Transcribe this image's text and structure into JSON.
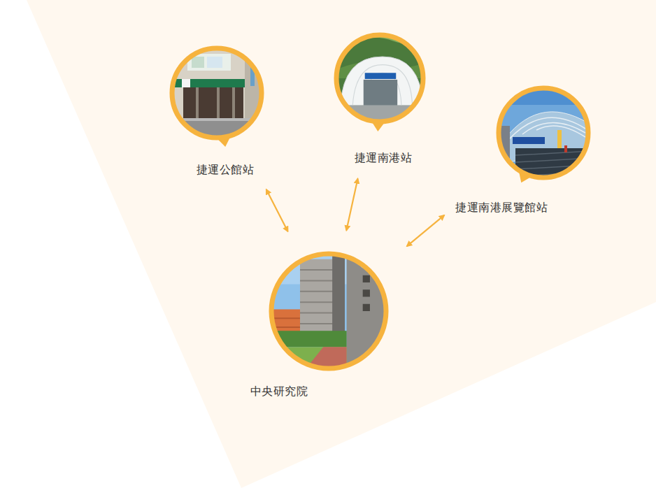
{
  "diagram": {
    "nodes": [
      {
        "text": [
          "捷運公館站"
        ]
      },
      {
        "text": [
          "捷運南港站"
        ]
      },
      {
        "text": [
          "捷運南港展覽館站"
        ]
      },
      {
        "text": [
          "中央研究院"
        ]
      }
    ],
    "edges": [
      {
        "from": 0,
        "to": 3,
        "arrow": "both"
      },
      {
        "from": 1,
        "to": 3,
        "arrow": "both"
      },
      {
        "from": 2,
        "to": 3,
        "arrow": "both"
      }
    ]
  }
}
